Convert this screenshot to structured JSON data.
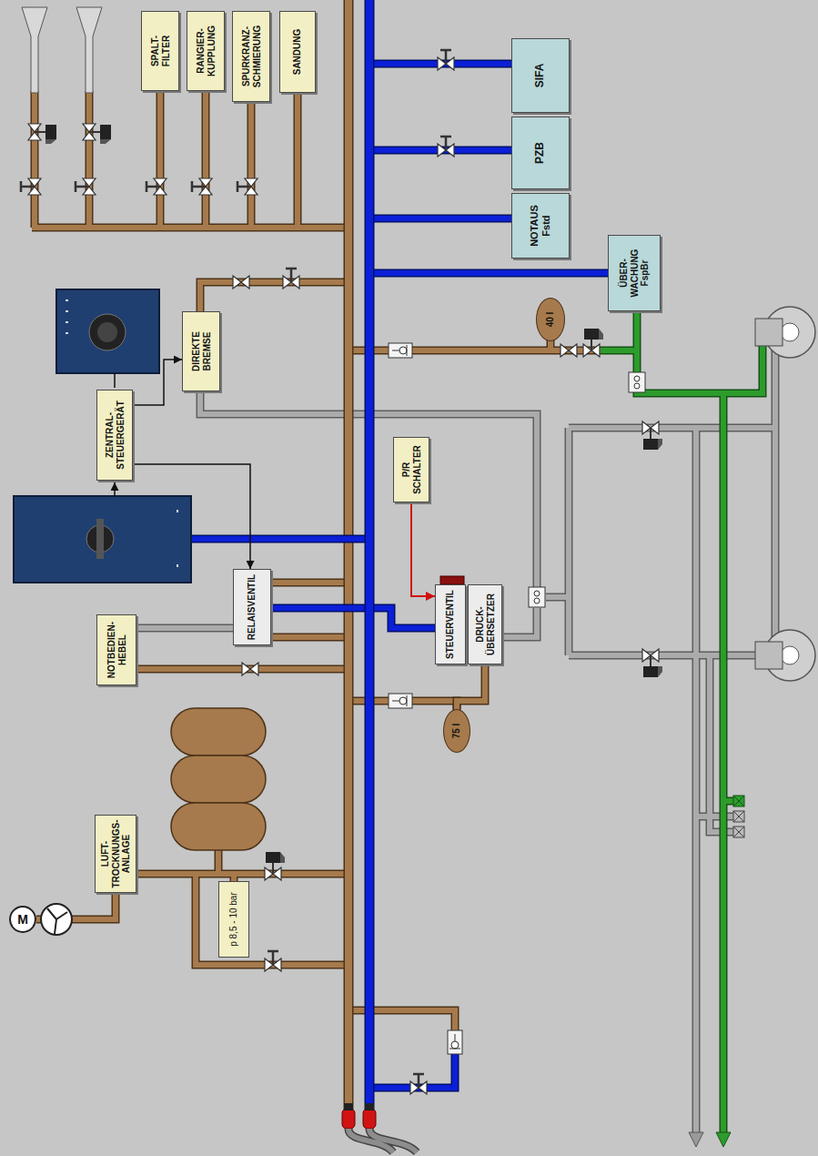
{
  "diagram": {
    "nodes": [
      {
        "text": [
          "SPALT- FILTER"
        ]
      },
      {
        "text": [
          "RANGIER- KUPPLUNG"
        ]
      },
      {
        "text": [
          "SPURKRANZ- SCHMIERUNG"
        ]
      },
      {
        "text": [
          "SANDUNG"
        ]
      },
      {
        "text": [
          "SIFA"
        ]
      },
      {
        "text": [
          "PZB"
        ]
      },
      {
        "text": [
          "NOTAUS Fstd"
        ]
      },
      {
        "text": [
          "ÜBER- WACHUNG FspBr"
        ]
      },
      {
        "text": [
          "DIREKTE BREMSE"
        ]
      },
      {
        "text": [
          "ZENTRAL- STEUERGERÄT"
        ]
      },
      {
        "text": [
          "P/R SCHALTER"
        ]
      },
      {
        "text": [
          "RELAISVENTIL"
        ]
      },
      {
        "text": [
          "NOTBEDIEN- HEBEL"
        ]
      },
      {
        "text": [
          "STEUERVENTIL"
        ]
      },
      {
        "text": [
          "DRUCK- ÜBERSETZER"
        ]
      },
      {
        "text": [
          "LUFT- TROCKNUNGS- ANLAGE"
        ]
      },
      {
        "text": [
          "40 l"
        ]
      },
      {
        "text": [
          "75 l"
        ]
      },
      {
        "text": [
          "p 8,5 - 10 bar"
        ]
      },
      {
        "text": [
          "M"
        ]
      }
    ],
    "edges": [
      {
        "from": 9,
        "to": 8,
        "arrow": "to"
      },
      {
        "from": 9,
        "to": 11,
        "arrow": "to"
      },
      {
        "from": 10,
        "to": 13,
        "arrow": "to"
      },
      {
        "from": 12,
        "to": 11,
        "arrow": "none"
      },
      {
        "from": 14,
        "to": 17,
        "arrow": "none"
      },
      {
        "from": 19,
        "to": 15,
        "arrow": "none"
      }
    ]
  }
}
